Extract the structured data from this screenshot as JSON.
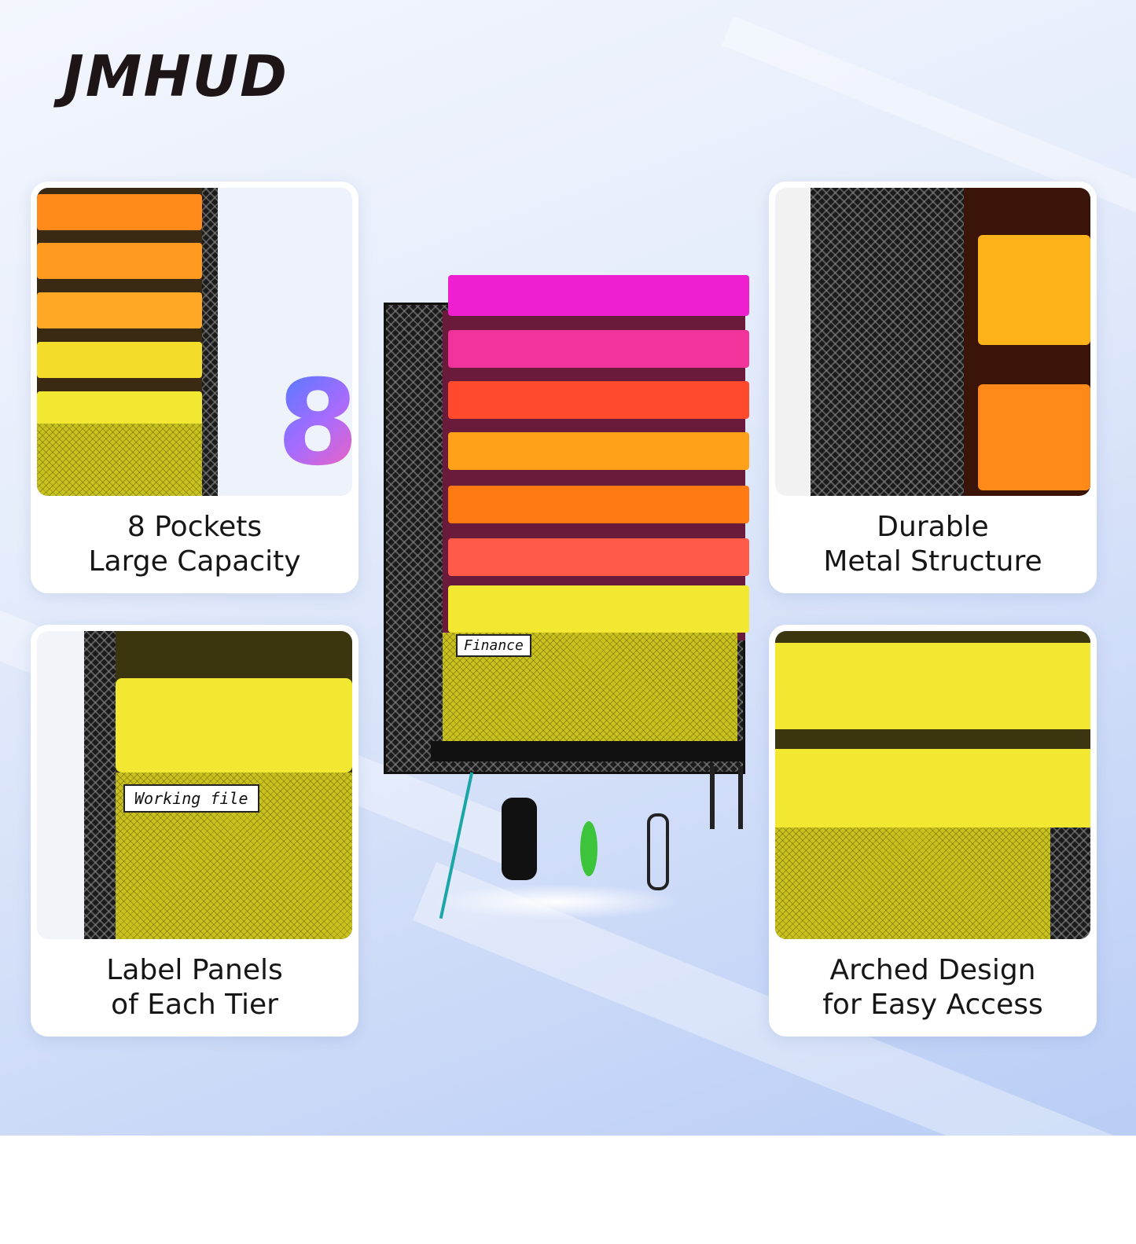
{
  "brand": "JMHUD",
  "features": {
    "pockets": {
      "number": "8",
      "line1": "8 Pockets",
      "line2": "Large Capacity"
    },
    "metal": {
      "line1": "Durable",
      "line2": "Metal Structure"
    },
    "labels": {
      "line1": "Label Panels",
      "line2": "of Each Tier",
      "tag": "Working file"
    },
    "arched": {
      "line1": "Arched Design",
      "line2": "for Easy Access"
    }
  },
  "product": {
    "tag_bottom": "Finance"
  },
  "colors": {
    "magenta": "#ee1fd0",
    "pink": "#f2339b",
    "red": "#ff4a2e",
    "orange": "#ffa21a",
    "dark_orange": "#ff7a12",
    "coral": "#ff5a4a",
    "yellow": "#f2e832"
  }
}
